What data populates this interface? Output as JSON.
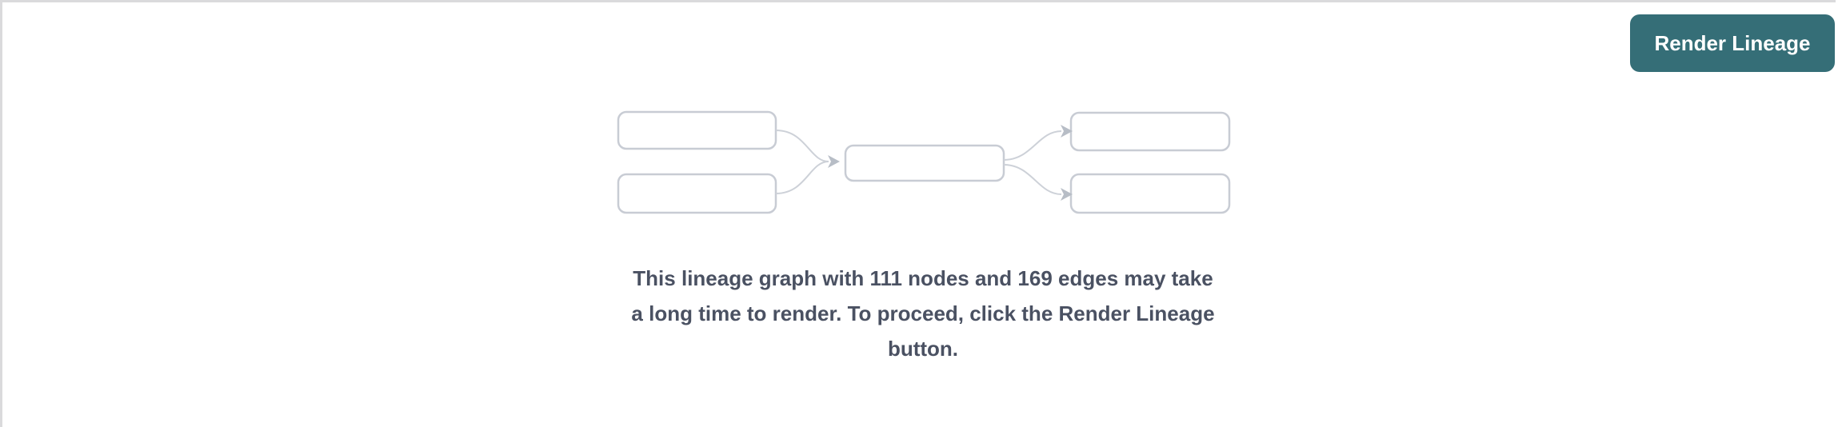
{
  "colors": {
    "accent": "#356e77",
    "accent-text": "#ffffff",
    "panel-border": "#dadadc",
    "node-border": "#c8ccd4",
    "edge": "#cdd1d8",
    "arrowhead": "#b7bdc6",
    "message-text": "#4a5162"
  },
  "toolbar": {
    "render_button_label": "Render Lineage"
  },
  "empty_state": {
    "message": "This lineage graph with 111 nodes and 169 edges may take a long time to render. To proceed, click the Render Lineage button.",
    "node_count": "111",
    "edge_count": "169"
  },
  "illustration": {
    "name": "lineage-graph-placeholder",
    "nodes": 5,
    "edges": 4
  }
}
